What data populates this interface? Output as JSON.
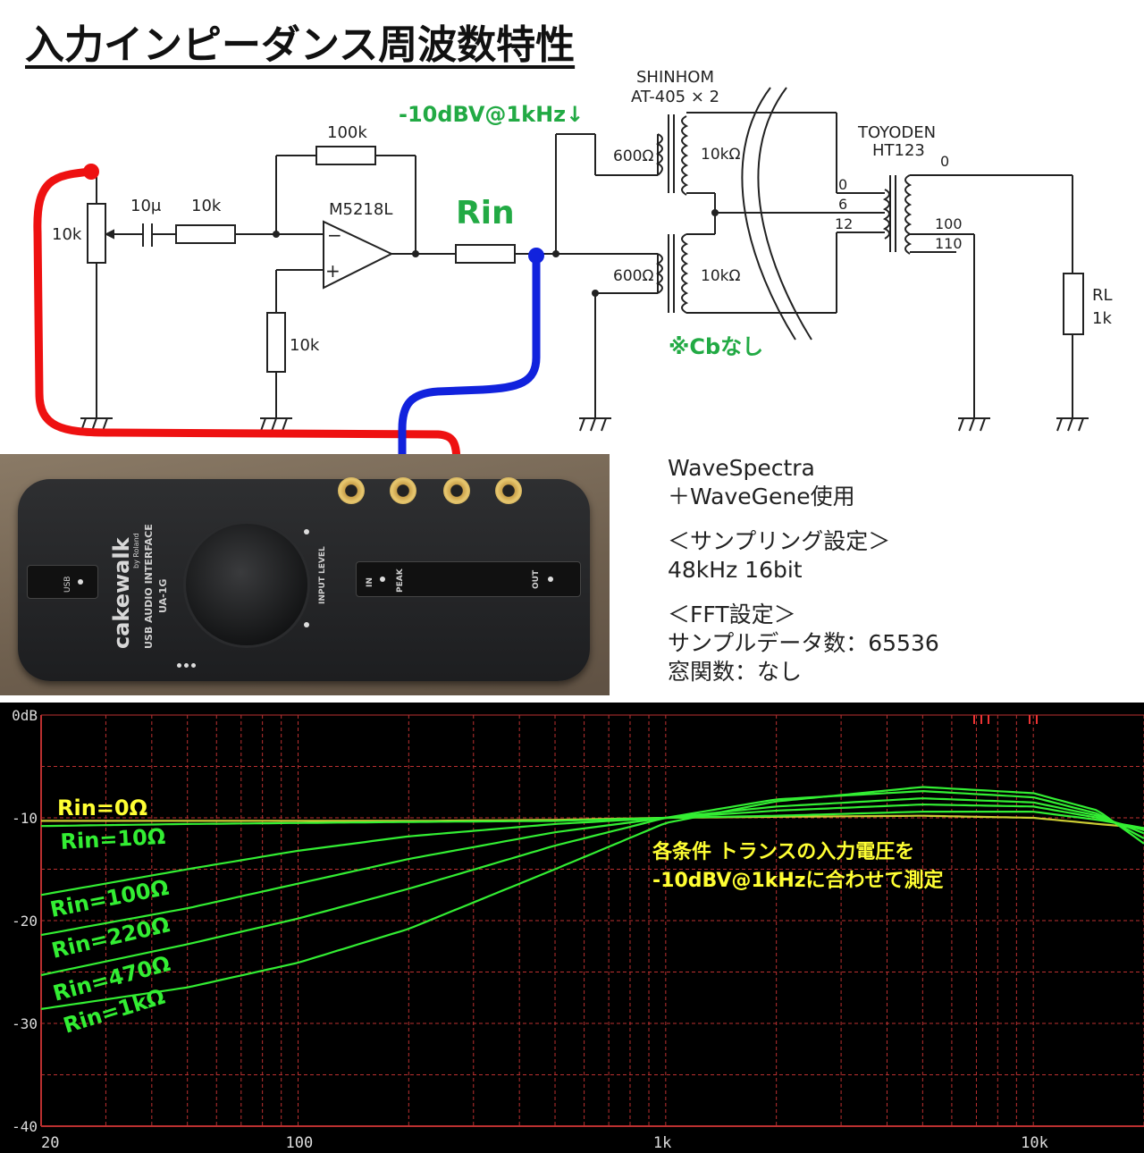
{
  "title": "入力インピーダンス周波数特性",
  "schematic": {
    "input_pot": "10k",
    "cap": "10μ",
    "r_in": "10k",
    "r_fb": "100k",
    "opamp": "M5218L",
    "minus": "−",
    "plus": "+",
    "r_gnd": "10k",
    "rin_label": "Rin",
    "level_label": "-10dBV@1kHz↓",
    "trans1_name": "SHINHOM",
    "trans1_model": "AT-405 × 2",
    "pri_top": "600Ω",
    "sec_top": "10kΩ",
    "pri_bot": "600Ω",
    "sec_bot": "10kΩ",
    "cb_note": "※Cbなし",
    "trans2_name": "TOYODEN",
    "trans2_model": "HT123",
    "t2_in_0": "0",
    "t2_in_6": "6",
    "t2_in_12": "12",
    "t2_out_0": "0",
    "t2_out_100": "100",
    "t2_out_110": "110",
    "rl_name": "RL",
    "rl_value": "1k"
  },
  "device": {
    "brand": "cakewalk",
    "by": "by Roland",
    "model_line1": "USB AUDIO INTERFACE",
    "model_line2": "UA-1G",
    "usb": "USB",
    "input_level": "INPUT LEVEL",
    "in": "IN",
    "peak": "PEAK",
    "out": "OUT"
  },
  "notes": {
    "line1": "WaveSpectra",
    "line2": "＋WaveGene使用",
    "line3": "＜サンプリング設定＞",
    "line4": "48kHz 16bit",
    "line5": "＜FFT設定＞",
    "line6": "サンプルデータ数：65536",
    "line7": "窓関数：なし"
  },
  "colors": {
    "red_wire": "#ee1111",
    "blue_wire": "#1122dd",
    "green_label": "#22aa44",
    "trace": "#33ee33",
    "trace_rin0": "#cccc33",
    "grid": "#bb3030",
    "annotation": "#ffff33"
  },
  "chart_data": {
    "type": "line",
    "x_scale": "log",
    "xlim": [
      20,
      20000
    ],
    "ylim": [
      -40,
      0
    ],
    "grid": true,
    "x_ticks": [
      "20",
      "100",
      "1k",
      "10k"
    ],
    "y_ticks": [
      "0dB",
      "-10",
      "-20",
      "-30",
      "-40"
    ],
    "annotation_line1": "各条件 トランスの入力電圧を",
    "annotation_line2": "-10dBV@1kHzに合わせて測定",
    "series": [
      {
        "name": "Rin=0Ω",
        "x": [
          20,
          50,
          100,
          200,
          500,
          1000,
          2000,
          5000,
          10000,
          15000,
          20000
        ],
        "y": [
          -10.3,
          -10.3,
          -10.3,
          -10.3,
          -10.2,
          -10.0,
          -9.9,
          -9.8,
          -10.0,
          -10.6,
          -11.0
        ]
      },
      {
        "name": "Rin=10Ω",
        "x": [
          20,
          50,
          100,
          200,
          500,
          1000,
          2000,
          5000,
          10000,
          15000,
          20000
        ],
        "y": [
          -10.8,
          -10.6,
          -10.5,
          -10.4,
          -10.3,
          -10.0,
          -9.8,
          -9.4,
          -9.4,
          -10.2,
          -11.0
        ]
      },
      {
        "name": "Rin=100Ω",
        "x": [
          20,
          50,
          100,
          200,
          500,
          1000,
          2000,
          5000,
          10000,
          15000,
          20000
        ],
        "y": [
          -17.5,
          -15.0,
          -13.2,
          -11.8,
          -10.6,
          -10.0,
          -9.3,
          -8.7,
          -8.9,
          -10.0,
          -11.2
        ]
      },
      {
        "name": "Rin=220Ω",
        "x": [
          20,
          50,
          100,
          200,
          500,
          1000,
          2000,
          5000,
          10000,
          15000,
          20000
        ],
        "y": [
          -21.4,
          -18.8,
          -16.4,
          -14.0,
          -11.4,
          -10.0,
          -8.9,
          -8.1,
          -8.5,
          -9.8,
          -11.5
        ]
      },
      {
        "name": "Rin=470Ω",
        "x": [
          20,
          50,
          100,
          200,
          500,
          1000,
          2000,
          5000,
          10000,
          15000,
          20000
        ],
        "y": [
          -25.3,
          -22.3,
          -19.8,
          -16.9,
          -12.7,
          -10.0,
          -8.2,
          -7.4,
          -8.0,
          -9.6,
          -12.0
        ]
      },
      {
        "name": "Rin=1kΩ",
        "x": [
          20,
          50,
          100,
          200,
          500,
          1000,
          2000,
          5000,
          10000,
          15000,
          20000
        ],
        "y": [
          -28.6,
          -26.5,
          -24.1,
          -20.8,
          -15.0,
          -10.5,
          -8.4,
          -7.0,
          -7.6,
          -9.3,
          -12.5
        ]
      }
    ]
  }
}
